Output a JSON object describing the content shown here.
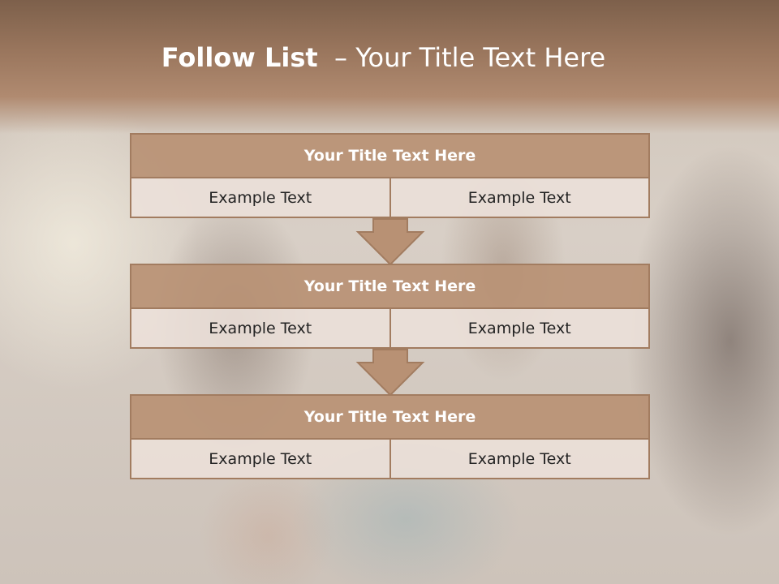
{
  "slide": {
    "title_bold": "Follow List",
    "title_rest": "  – Your Title Text Here"
  },
  "blocks": [
    {
      "title": "Your Title Text Here",
      "cells": [
        "Example Text",
        "Example Text"
      ]
    },
    {
      "title": "Your Title Text Here",
      "cells": [
        "Example Text",
        "Example Text"
      ]
    },
    {
      "title": "Your Title Text Here",
      "cells": [
        "Example Text",
        "Example Text"
      ]
    }
  ],
  "colors": {
    "header": "#9b775e",
    "block_title_fill": "#b89174",
    "block_border": "#a27c60",
    "cell_fill": "#ece0da",
    "arrow_fill": "#b89174"
  },
  "icons": {
    "connector": "down-arrow-icon"
  }
}
